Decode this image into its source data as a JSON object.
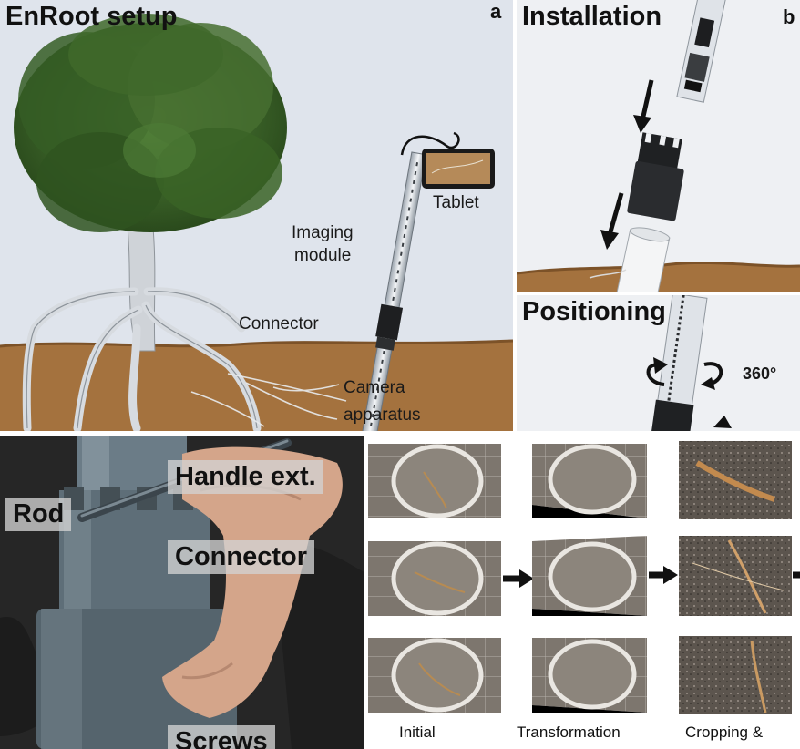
{
  "panel_a": {
    "title": "EnRoot setup",
    "letter": "a",
    "labels": {
      "tablet": "Tablet",
      "imaging_line1": "Imaging",
      "imaging_line2": "module",
      "connector": "Connector",
      "camera_line1": "Camera",
      "camera_line2": "apparatus"
    }
  },
  "panel_b": {
    "title": "Installation",
    "letter": "b"
  },
  "panel_positioning": {
    "title": "Positioning",
    "rotation": "360°"
  },
  "panel_photo": {
    "labels": {
      "handle": "Handle ext.",
      "rod": "Rod",
      "connector": "Connector",
      "screws": "Screws"
    }
  },
  "panel_processing": {
    "captions": {
      "initial": "Initial",
      "transformation": "Transformation",
      "cropping": "Cropping &"
    }
  },
  "colors": {
    "sky": "#dfe4ec",
    "soil": "#a4723e",
    "foliage": "#3f6a2c",
    "root": "#d5d9de"
  }
}
